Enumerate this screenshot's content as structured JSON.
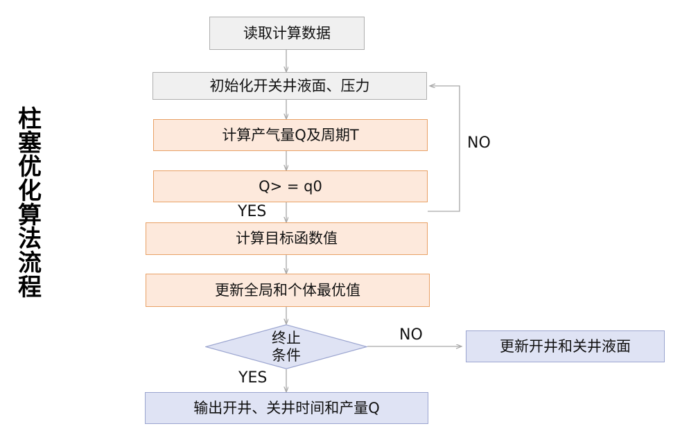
{
  "diagram": {
    "type": "flowchart",
    "caption": "柱塞优化算法流程",
    "nodes": [
      {
        "id": "read-data",
        "label": "读取计算数据",
        "shape": "rect",
        "style": "gray"
      },
      {
        "id": "init-levels",
        "label": "初始化开关井液面、压力",
        "shape": "rect",
        "style": "gray"
      },
      {
        "id": "calc-q-t",
        "label": "计算产气量Q及周期T",
        "shape": "rect",
        "style": "orange"
      },
      {
        "id": "check-q",
        "label": "Q> = q0",
        "shape": "rect",
        "style": "orange"
      },
      {
        "id": "calc-objective",
        "label": "计算目标函数值",
        "shape": "rect",
        "style": "orange"
      },
      {
        "id": "update-best",
        "label": "更新全局和个体最优值",
        "shape": "rect",
        "style": "orange"
      },
      {
        "id": "stop-condition",
        "label": "终止\n条件",
        "shape": "diamond",
        "style": "blue"
      },
      {
        "id": "update-levels",
        "label": "更新开井和关井液面",
        "shape": "rect",
        "style": "blue"
      },
      {
        "id": "output-result",
        "label": "输出开井、关井时间和产量Q",
        "shape": "rect",
        "style": "blue"
      }
    ],
    "edge_labels": {
      "q_check_yes": "YES",
      "q_check_no": "NO",
      "stop_yes": "YES",
      "stop_no": "NO"
    },
    "colors": {
      "gray_fill": "#f0f0f0",
      "gray_border": "#aeaeae",
      "orange_fill": "#fde9dc",
      "orange_border": "#e8a064",
      "blue_fill": "#dfe3f4",
      "blue_border": "#9aa4cf",
      "connector": "#a6a6a6",
      "text": "#111111",
      "background": "#ffffff"
    }
  }
}
